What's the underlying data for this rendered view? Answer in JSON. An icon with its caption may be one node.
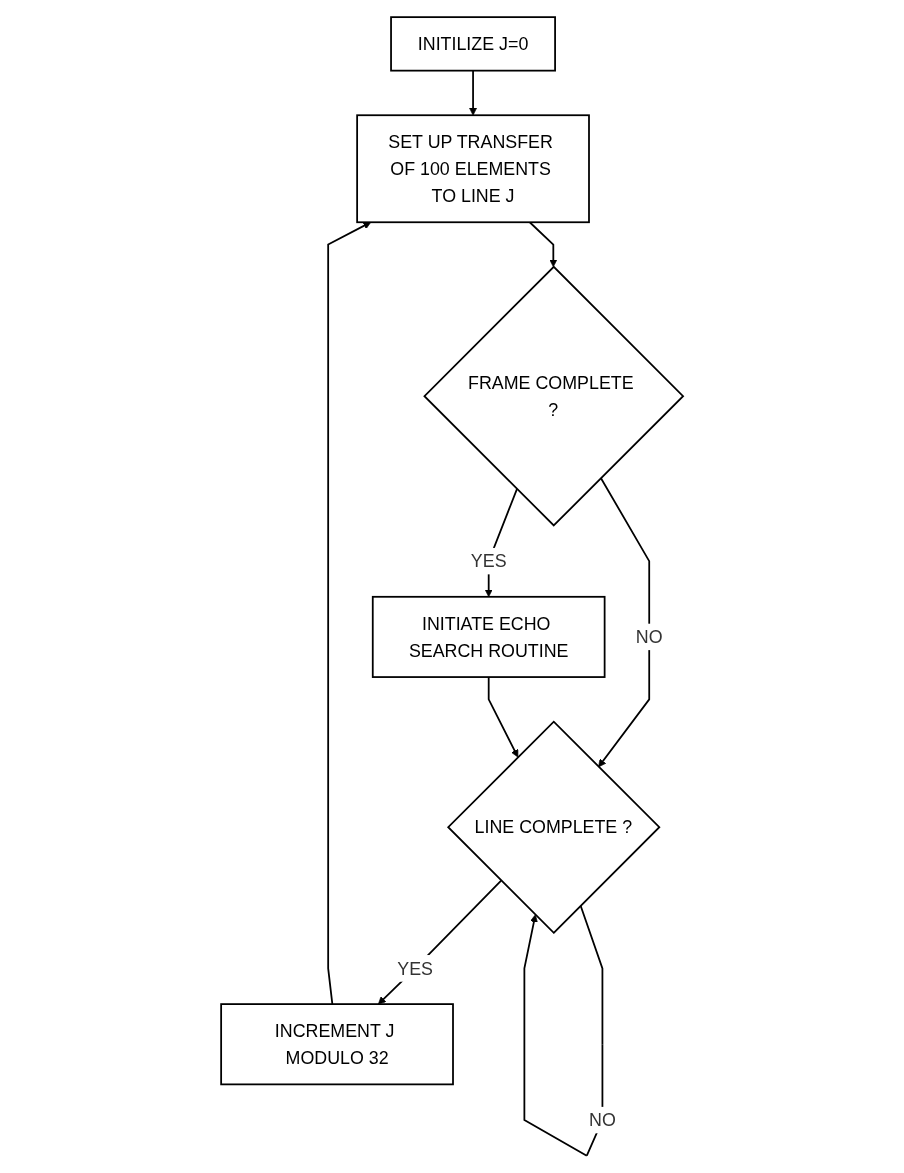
{
  "diagram": {
    "nodes": [
      {
        "text": [
          "INITILIZE J=0"
        ]
      },
      {
        "text": [
          "SET UP TRANSFER OF 100 ELEMENTS TO LINE J"
        ]
      },
      {
        "text": [
          "FRAME COMPLETE ?"
        ]
      },
      {
        "text": [
          "INITIATE ECHO SEARCH ROUTINE"
        ]
      },
      {
        "text": [
          "LINE COMPLETE ?"
        ]
      },
      {
        "text": [
          "INCREMENT J MODULO 32"
        ]
      }
    ],
    "edges": [
      {
        "from": 0,
        "to": 1,
        "arrow": "to"
      },
      {
        "from": 1,
        "to": 2,
        "arrow": "to"
      },
      {
        "from": 2,
        "to": 3,
        "arrow": "to",
        "label": "YES"
      },
      {
        "from": 2,
        "to": 4,
        "arrow": "to",
        "label": "NO"
      },
      {
        "from": 3,
        "to": 4,
        "arrow": "to"
      },
      {
        "from": 4,
        "to": 4,
        "arrow": "to",
        "label": "NO"
      },
      {
        "from": 4,
        "to": 5,
        "arrow": "to",
        "label": "YES"
      },
      {
        "from": 5,
        "to": 1,
        "arrow": "to"
      }
    ]
  }
}
